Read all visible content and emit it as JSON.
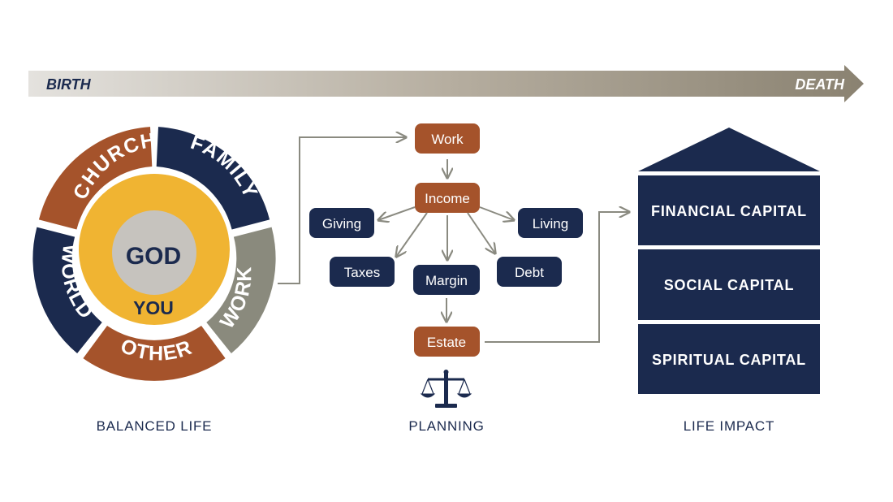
{
  "timeline": {
    "start_label": "BIRTH",
    "end_label": "DEATH"
  },
  "balanced_life": {
    "ring": [
      "CHURCH",
      "FAMILY",
      "WORK",
      "OTHER",
      "WORLD"
    ],
    "inner_label": "YOU",
    "core_label": "GOD",
    "section_label": "BALANCED LIFE"
  },
  "planning": {
    "work": "Work",
    "income": "Income",
    "giving": "Giving",
    "living": "Living",
    "taxes": "Taxes",
    "margin": "Margin",
    "debt": "Debt",
    "estate": "Estate",
    "section_label": "PLANNING"
  },
  "life_impact": {
    "financial": "FINANCIAL CAPITAL",
    "social": "SOCIAL CAPITAL",
    "spiritual": "SPIRITUAL CAPITAL",
    "section_label": "LIFE IMPACT"
  },
  "colors": {
    "navy": "#1b2a4e",
    "rust": "#a5532b",
    "gold": "#f0b432",
    "gray": "#8a8a7d",
    "core": "#c6c3be"
  },
  "icons": {
    "scales": "scales-of-justice-icon"
  }
}
